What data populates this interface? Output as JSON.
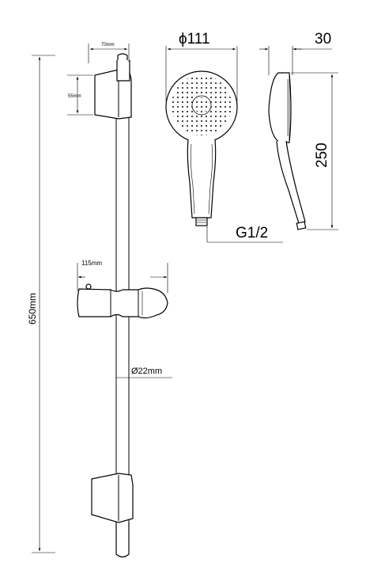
{
  "dimensions": {
    "bracket_width": "70mm",
    "bracket_height": "55mm",
    "total_height": "650mm",
    "holder_width": "115mm",
    "rail_diameter": "Ø22mm",
    "head_diameter": "ϕ111",
    "head_thickness": "30",
    "handle_length": "250",
    "thread": "G1/2"
  }
}
